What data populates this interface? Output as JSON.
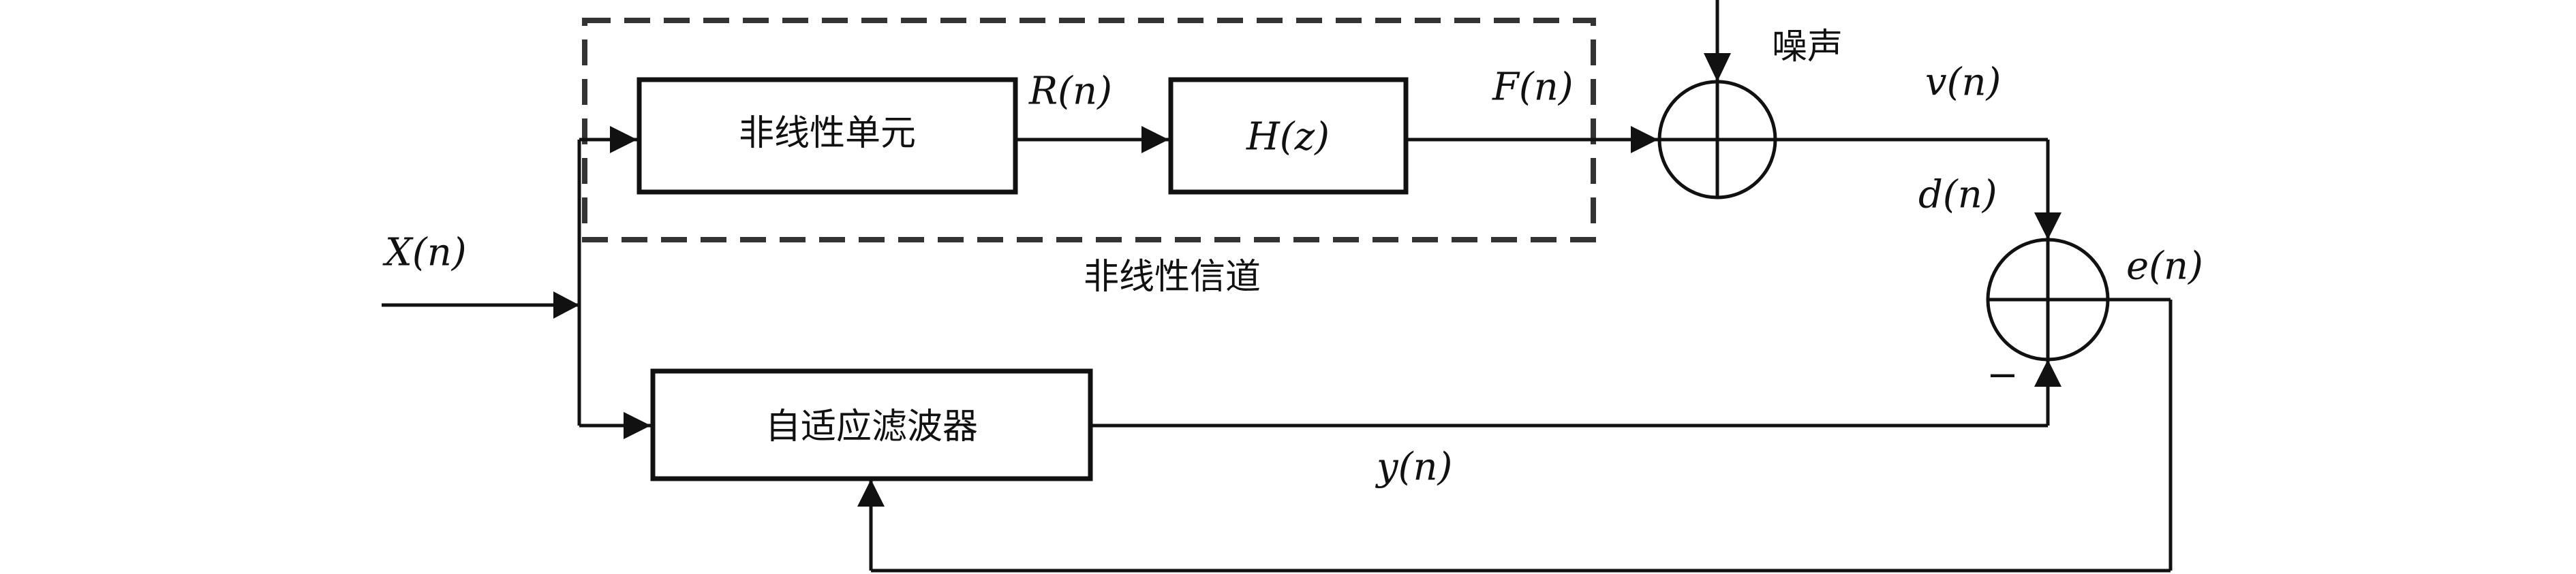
{
  "blocks": {
    "nonlinear_unit": "非线性单元",
    "hz": "H(z)",
    "adaptive_filter": "自适应滤波器"
  },
  "group_label": "非线性信道",
  "noise_label": "噪声",
  "signals": {
    "x": "X(n)",
    "r": "R(n)",
    "f": "F(n)",
    "v": "v(n)",
    "d": "d(n)",
    "e": "e(n)",
    "y": "y(n)",
    "minus": "−"
  }
}
